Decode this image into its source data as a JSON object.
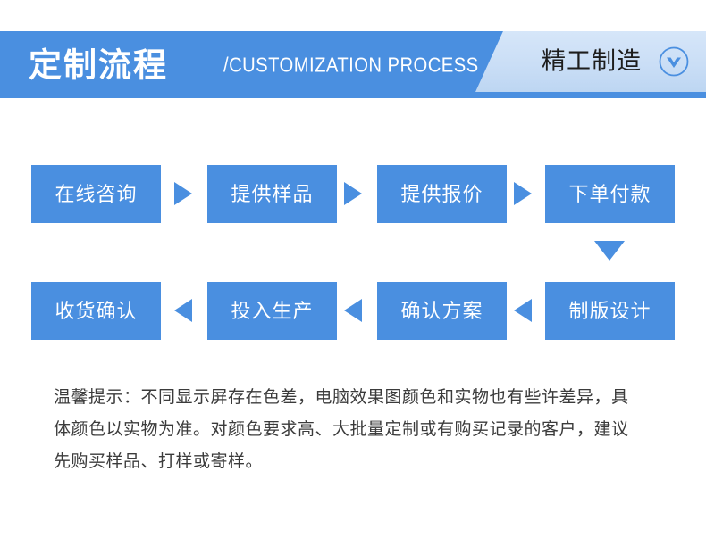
{
  "banner": {
    "title": "定制流程",
    "subtitle": "/CUSTOMIZATION PROCESS",
    "panel_text": "精工制造",
    "badge_icon": "chevron-down-circle-icon",
    "bar_color": "#4a8fe0",
    "panel_color_top": "#d6e6f9",
    "panel_color_bottom": "#bdd6f2",
    "title_color": "#ffffff",
    "panel_text_color": "#1d1d1d"
  },
  "flow": {
    "box_color": "#4a8fe0",
    "box_text_color": "#ffffff",
    "arrow_color": "#4a8fe0",
    "row1": [
      {
        "label": "在线咨询"
      },
      {
        "label": "提供样品"
      },
      {
        "label": "提供报价"
      },
      {
        "label": "下单付款"
      }
    ],
    "row1_arrows": [
      {
        "icon": "arrow-right-icon"
      },
      {
        "icon": "arrow-right-icon"
      },
      {
        "icon": "arrow-right-icon"
      }
    ],
    "connector": {
      "icon": "arrow-down-icon"
    },
    "row2": [
      {
        "label": "收货确认"
      },
      {
        "label": "投入生产"
      },
      {
        "label": "确认方案"
      },
      {
        "label": "制版设计"
      }
    ],
    "row2_arrows": [
      {
        "icon": "arrow-left-icon"
      },
      {
        "icon": "arrow-left-icon"
      },
      {
        "icon": "arrow-left-icon"
      }
    ]
  },
  "note": {
    "text": "温馨提示：不同显示屏存在色差，电脑效果图颜色和实物也有些许差异，具体颜色以实物为准。对颜色要求高、大批量定制或有购买记录的客户，建议先购买样品、打样或寄样。",
    "color": "#3b3b3b"
  }
}
